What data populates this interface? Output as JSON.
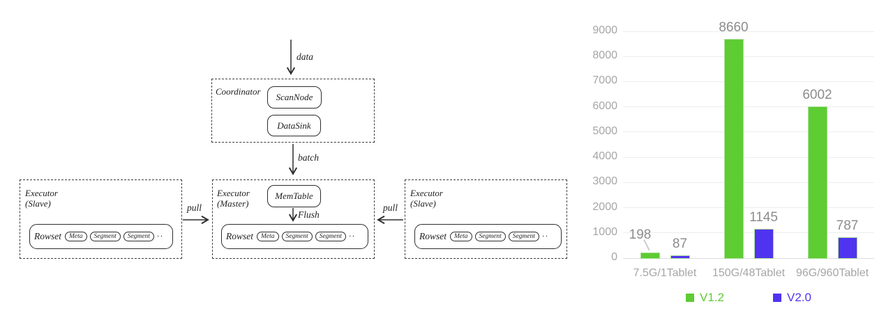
{
  "diagram": {
    "arrows": {
      "data_label": "data",
      "batch_label": "batch",
      "flush_label": "Flush",
      "pull_left_label": "pull",
      "pull_right_label": "pull"
    },
    "coordinator": {
      "title": "Coordinator",
      "scan_node": "ScanNode",
      "data_sink": "DataSink"
    },
    "executor_master": {
      "title_line1": "Executor",
      "title_line2": "(Master)",
      "memtable": "MemTable",
      "rowset": {
        "label": "Rowset",
        "chips": [
          "Meta",
          "Segment",
          "Segment"
        ],
        "ellipsis": "··"
      }
    },
    "executor_slave_left": {
      "title_line1": "Executor",
      "title_line2": "(Slave)",
      "rowset": {
        "label": "Rowset",
        "chips": [
          "Meta",
          "Segment",
          "Segment"
        ],
        "ellipsis": "··"
      }
    },
    "executor_slave_right": {
      "title_line1": "Executor",
      "title_line2": "(Slave)",
      "rowset": {
        "label": "Rowset",
        "chips": [
          "Meta",
          "Segment",
          "Segment"
        ],
        "ellipsis": "··"
      }
    }
  },
  "chart_data": {
    "type": "bar",
    "title": "",
    "xlabel": "",
    "ylabel": "",
    "categories": [
      "7.5G/1Tablet",
      "150G/48Tablet",
      "96G/960Tablet"
    ],
    "series": [
      {
        "name": "V1.2",
        "color": "#5ecc33",
        "values": [
          198,
          8660,
          6002
        ]
      },
      {
        "name": "V2.0",
        "color": "#5033f0",
        "values": [
          87,
          1145,
          787
        ]
      }
    ],
    "ylim": [
      0,
      9000
    ],
    "ytick_step": 1000,
    "grid": true,
    "legend_position": "bottom"
  }
}
